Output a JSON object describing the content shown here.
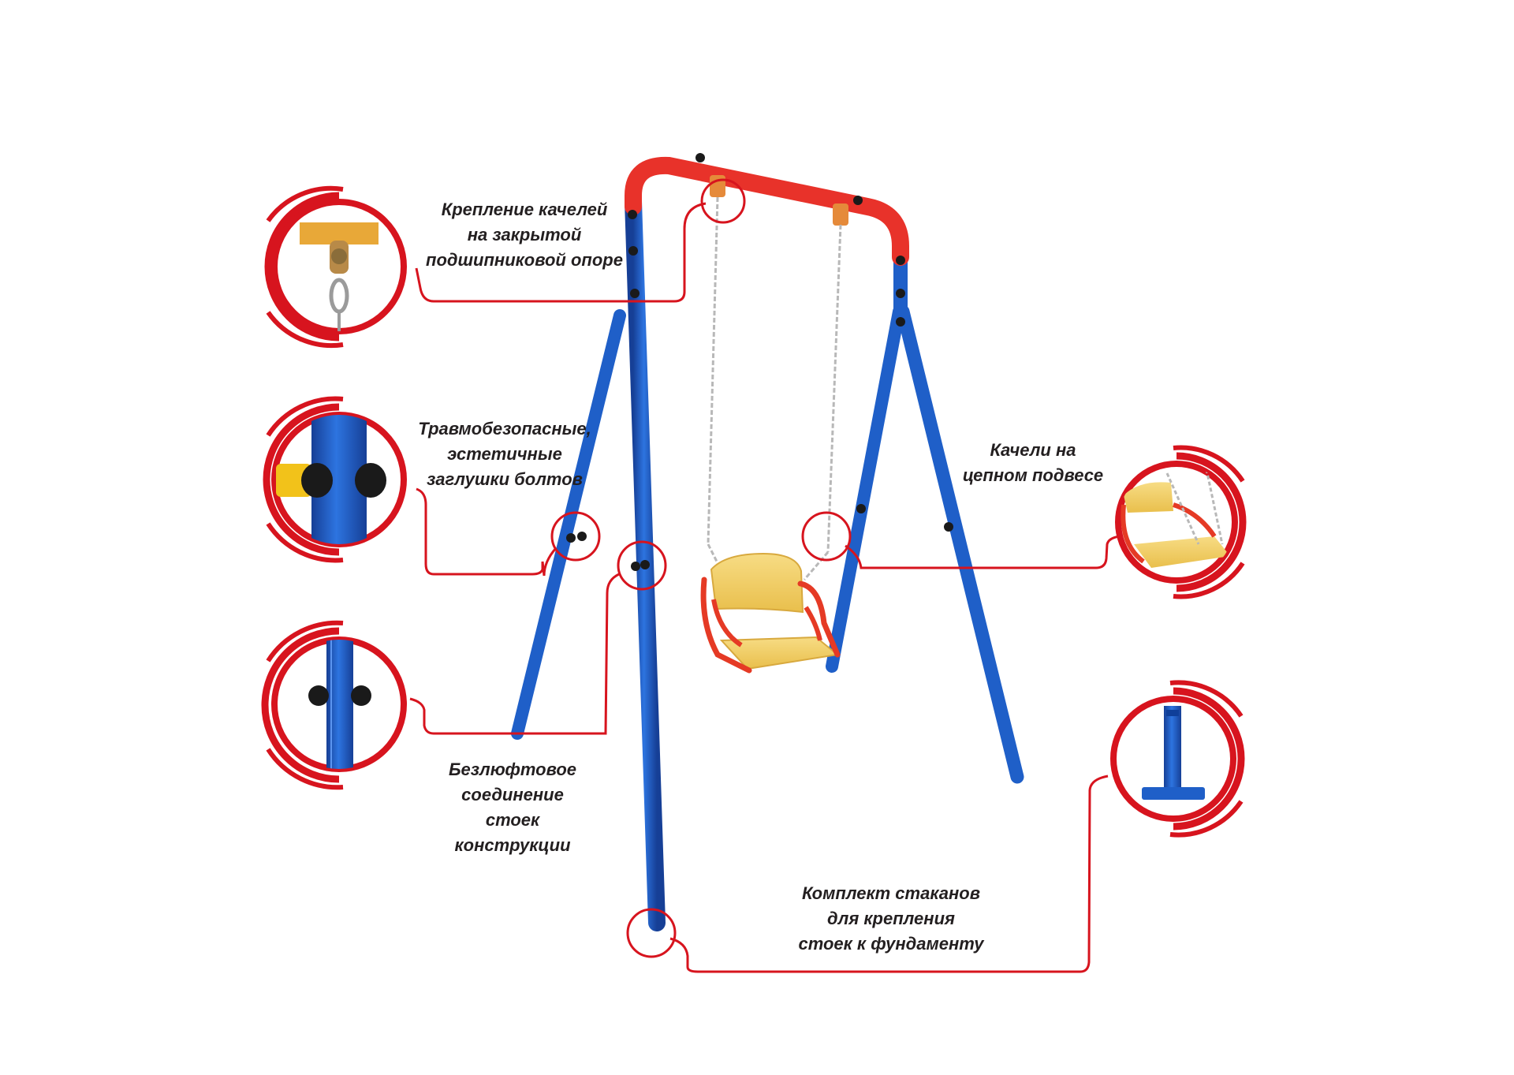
{
  "colors": {
    "frame_blue": "#1f5fc8",
    "crossbar_red": "#e8322a",
    "callout_red": "#d7141e",
    "seat_yellow": "#f2cf63",
    "seat_frame_red": "#e53a25",
    "bolt_black": "#1a1a1a",
    "chain_gray": "#b8b8b8",
    "caption_text": "#231f20"
  },
  "callouts": [
    {
      "id": "bearing-mount",
      "icon": "bearing-hanger-icon",
      "caption_lines": [
        "Крепление качелей",
        "на закрытой",
        "подшипниковой опоре"
      ]
    },
    {
      "id": "bolt-caps",
      "icon": "bolt-cap-icon",
      "caption_lines": [
        "Травмобезопасные,",
        "эстетичные",
        "заглушки болтов"
      ]
    },
    {
      "id": "tight-joint",
      "icon": "pipe-joint-icon",
      "caption_lines": [
        "Безлюфтовое",
        "соединение",
        "стоек",
        "конструкции"
      ]
    },
    {
      "id": "chain-swing",
      "icon": "swing-seat-icon",
      "caption_lines": [
        "Качели на",
        "цепном подвесе"
      ]
    },
    {
      "id": "ground-sockets",
      "icon": "ground-socket-icon",
      "caption_lines": [
        "Комплект стаканов",
        "для крепления",
        "стоек к фундаменту"
      ]
    }
  ]
}
